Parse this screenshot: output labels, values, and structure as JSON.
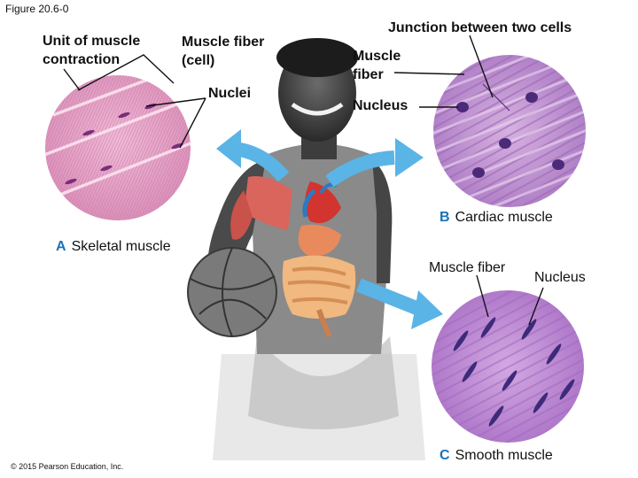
{
  "figure_title": "Figure 20.6-0",
  "copyright": "© 2015 Pearson Education, Inc.",
  "skeletal": {
    "letter": "A",
    "name": "Skeletal muscle",
    "labels": {
      "unit": "Unit of muscle contraction",
      "fiber": "Muscle fiber (cell)",
      "nuclei": "Nuclei"
    }
  },
  "cardiac": {
    "letter": "B",
    "name": "Cardiac muscle",
    "labels": {
      "junction": "Junction between two cells",
      "fiber": "Muscle fiber",
      "nucleus": "Nucleus"
    }
  },
  "smooth": {
    "letter": "C",
    "name": "Smooth muscle",
    "labels": {
      "fiber": "Muscle fiber",
      "nucleus": "Nucleus"
    }
  },
  "colors": {
    "skeletal_tissue": "#e8a7c8",
    "cardiac_tissue": "#c694cf",
    "smooth_tissue": "#c089cf",
    "arrow": "#5ab4e6",
    "letter": "#1a72b8"
  }
}
